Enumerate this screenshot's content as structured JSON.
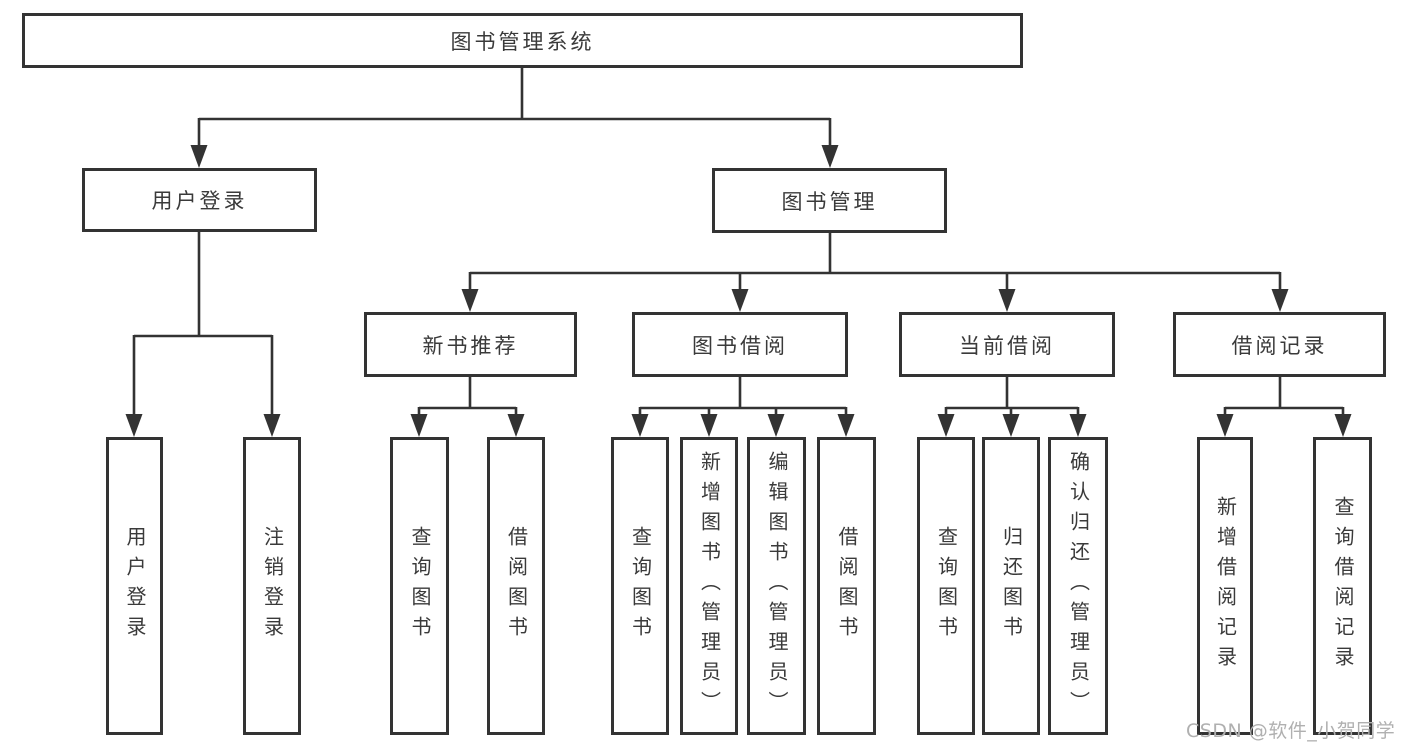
{
  "diagram": {
    "title": "图书管理系统",
    "background_color": "#ffffff",
    "line_color": "#333333",
    "box_border_color": "#333333",
    "box_fill_color": "#ffffff",
    "text_color": "#3a3a3a",
    "watermark": {
      "text": "CSDN @软件_小贺同学",
      "color": "#b0b0b0"
    }
  },
  "nodes": [
    {
      "id": "system-root",
      "label": "图书管理系统",
      "level": 1,
      "parent": null
    },
    {
      "id": "user-login-branch",
      "label": "用户登录",
      "level": 2,
      "parent": "system-root"
    },
    {
      "id": "book-management",
      "label": "图书管理",
      "level": 2,
      "parent": "system-root"
    },
    {
      "id": "new-book-recommendation",
      "label": "新书推荐",
      "level": 3,
      "parent": "book-management"
    },
    {
      "id": "book-borrowing",
      "label": "图书借阅",
      "level": 3,
      "parent": "book-management"
    },
    {
      "id": "current-borrowing",
      "label": "当前借阅",
      "level": 3,
      "parent": "book-management"
    },
    {
      "id": "borrowing-records",
      "label": "借阅记录",
      "level": 3,
      "parent": "book-management"
    },
    {
      "id": "leaf-user-login",
      "label": "用户登录",
      "level": 4,
      "parent": "user-login-branch"
    },
    {
      "id": "leaf-logout",
      "label": "注销登录",
      "level": 4,
      "parent": "user-login-branch"
    },
    {
      "id": "leaf-query-books-1",
      "label": "查询图书",
      "level": 4,
      "parent": "new-book-recommendation"
    },
    {
      "id": "leaf-borrow-books-1",
      "label": "借阅图书",
      "level": 4,
      "parent": "new-book-recommendation"
    },
    {
      "id": "leaf-query-books-2",
      "label": "查询图书",
      "level": 4,
      "parent": "book-borrowing"
    },
    {
      "id": "leaf-add-books-admin",
      "label": "新增图书（管理员）",
      "level": 4,
      "parent": "book-borrowing"
    },
    {
      "id": "leaf-edit-books-admin",
      "label": "编辑图书（管理员）",
      "level": 4,
      "parent": "book-borrowing"
    },
    {
      "id": "leaf-borrow-books-2",
      "label": "借阅图书",
      "level": 4,
      "parent": "book-borrowing"
    },
    {
      "id": "leaf-query-books-3",
      "label": "查询图书",
      "level": 4,
      "parent": "current-borrowing"
    },
    {
      "id": "leaf-return-books",
      "label": "归还图书",
      "level": 4,
      "parent": "current-borrowing"
    },
    {
      "id": "leaf-confirm-return-admin",
      "label": "确认归还（管理员）",
      "level": 4,
      "parent": "current-borrowing"
    },
    {
      "id": "leaf-add-borrow-record",
      "label": "新增借阅记录",
      "level": 4,
      "parent": "borrowing-records"
    },
    {
      "id": "leaf-query-borrow-record",
      "label": "查询借阅记录",
      "level": 4,
      "parent": "borrowing-records"
    }
  ]
}
